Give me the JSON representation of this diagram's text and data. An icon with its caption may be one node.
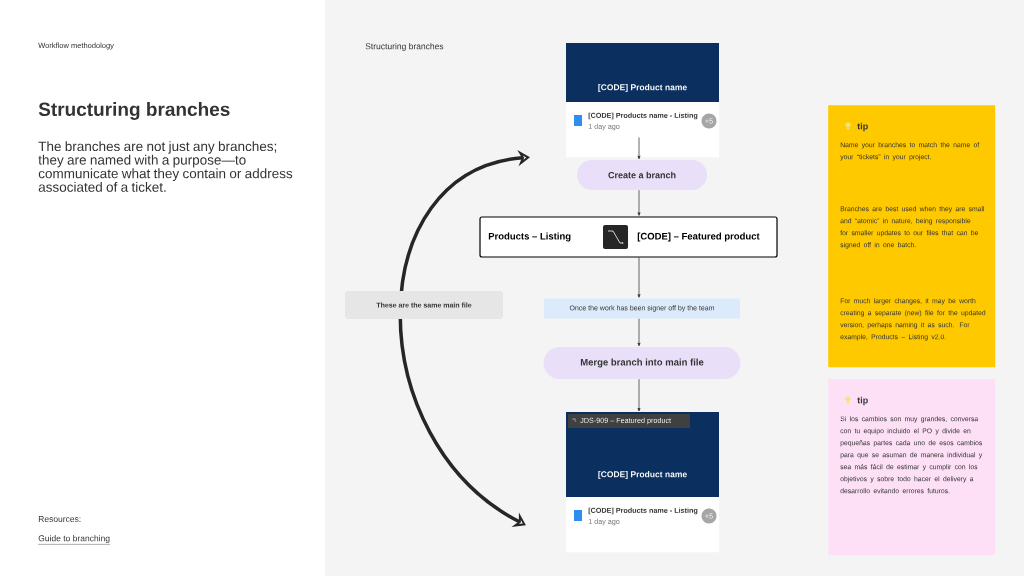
{
  "diagram": {
    "title": "Structuring branches",
    "nodes": [
      {
        "text": [
          "[CODE] Product name",
          "[CODE] Products name - Listing",
          "1 day ago",
          "+5"
        ]
      },
      {
        "text": [
          "Create a branch"
        ]
      },
      {
        "text": [
          "Products – Listing",
          "[CODE] – Featured product"
        ]
      },
      {
        "text": [
          "Once the work has been signer off by the team"
        ]
      },
      {
        "text": [
          "Merge branch into main file"
        ]
      },
      {
        "text": [
          "JDS-909 – Featured product",
          "[CODE] Product name",
          "[CODE] Products name - Listing",
          "1 day ago",
          "+5"
        ]
      },
      {
        "text": [
          "tip",
          "Name your branches to match the name of your “tickets” in your project.",
          "Branches are best used when they are small and “atomic” in nature, being responsible for smaller updates to our files that can be signed off in one batch.",
          "For much larger changes, it may be worth creating a separate (new) file for the updated version, perhaps naming it as such. For example, Products – Listing v2.0."
        ]
      },
      {
        "text": [
          "tip",
          "Si los cambios son muy grandes, conversa con tu equipo incluido el PO y divide en pequeñas partes cada uno de esos cambios para que se asuman de manera individual y sea más fácil de estimar y cumplir con los objetivos y sobre todo hacer el delivery a desarrollo evitando errores futuros."
        ]
      }
    ],
    "edges": [
      {
        "from": 0,
        "to": 1,
        "arrow": "to"
      },
      {
        "from": 1,
        "to": 2,
        "arrow": "to"
      },
      {
        "from": 2,
        "to": 3,
        "arrow": "to"
      },
      {
        "from": 3,
        "to": 4,
        "arrow": "to"
      },
      {
        "from": 4,
        "to": 5,
        "arrow": "to"
      },
      {
        "from": 0,
        "to": 5,
        "arrow": "both",
        "style": "thick",
        "label": "These are the same main file"
      }
    ],
    "labels": [
      "Workflow methodology",
      "The branches are not just any branches; they are named with a purpose—to communicate what they contain or address associated of a ticket.",
      "Structuring branches",
      "Resources:",
      "Guide to branching"
    ]
  }
}
